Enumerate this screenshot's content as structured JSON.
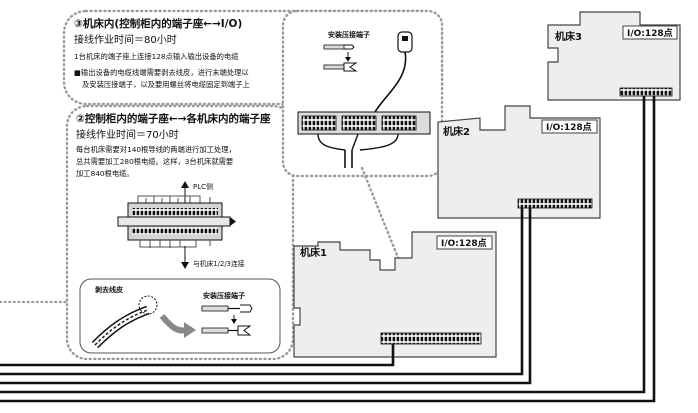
{
  "section3": {
    "title": "③机床内(控制柜内的端子座←→I/O)",
    "time": "接线作业时间＝80小时",
    "desc": "1台机床的端子座上连接128点输入输出设备的电缆",
    "note_line1": "■输出设备的电缆线端需要剥去线皮，进行末端处理以",
    "note_line2": "及安装压接端子，以及要用螺丝将电缆固定到端子上",
    "crimp_label": "安装压接端子"
  },
  "section2": {
    "title": "②控制柜内的端子座←→各机床内的端子座",
    "time": "接线作业时间＝70小时",
    "desc_line1": "每台机床需要对140根导线的两端进行加工处理，",
    "desc_line2": "总共需要加工280根电缆。这样，3台机床就需要",
    "desc_line3": "加工840根电缆。",
    "plc_label": "PLC侧",
    "machine_label": "与机床1/2/3连接",
    "strip_label": "剥去线皮",
    "crimp_label": "安装压接端子"
  },
  "machines": [
    {
      "name": "机床3",
      "io": "I/O:128点"
    },
    {
      "name": "机床2",
      "io": "I/O:128点"
    },
    {
      "name": "机床1",
      "io": "I/O:128点"
    }
  ],
  "colors": {
    "line": "#111111",
    "panel": "#eeeeee",
    "border": "#444444",
    "dots": "#9a9a9a"
  }
}
